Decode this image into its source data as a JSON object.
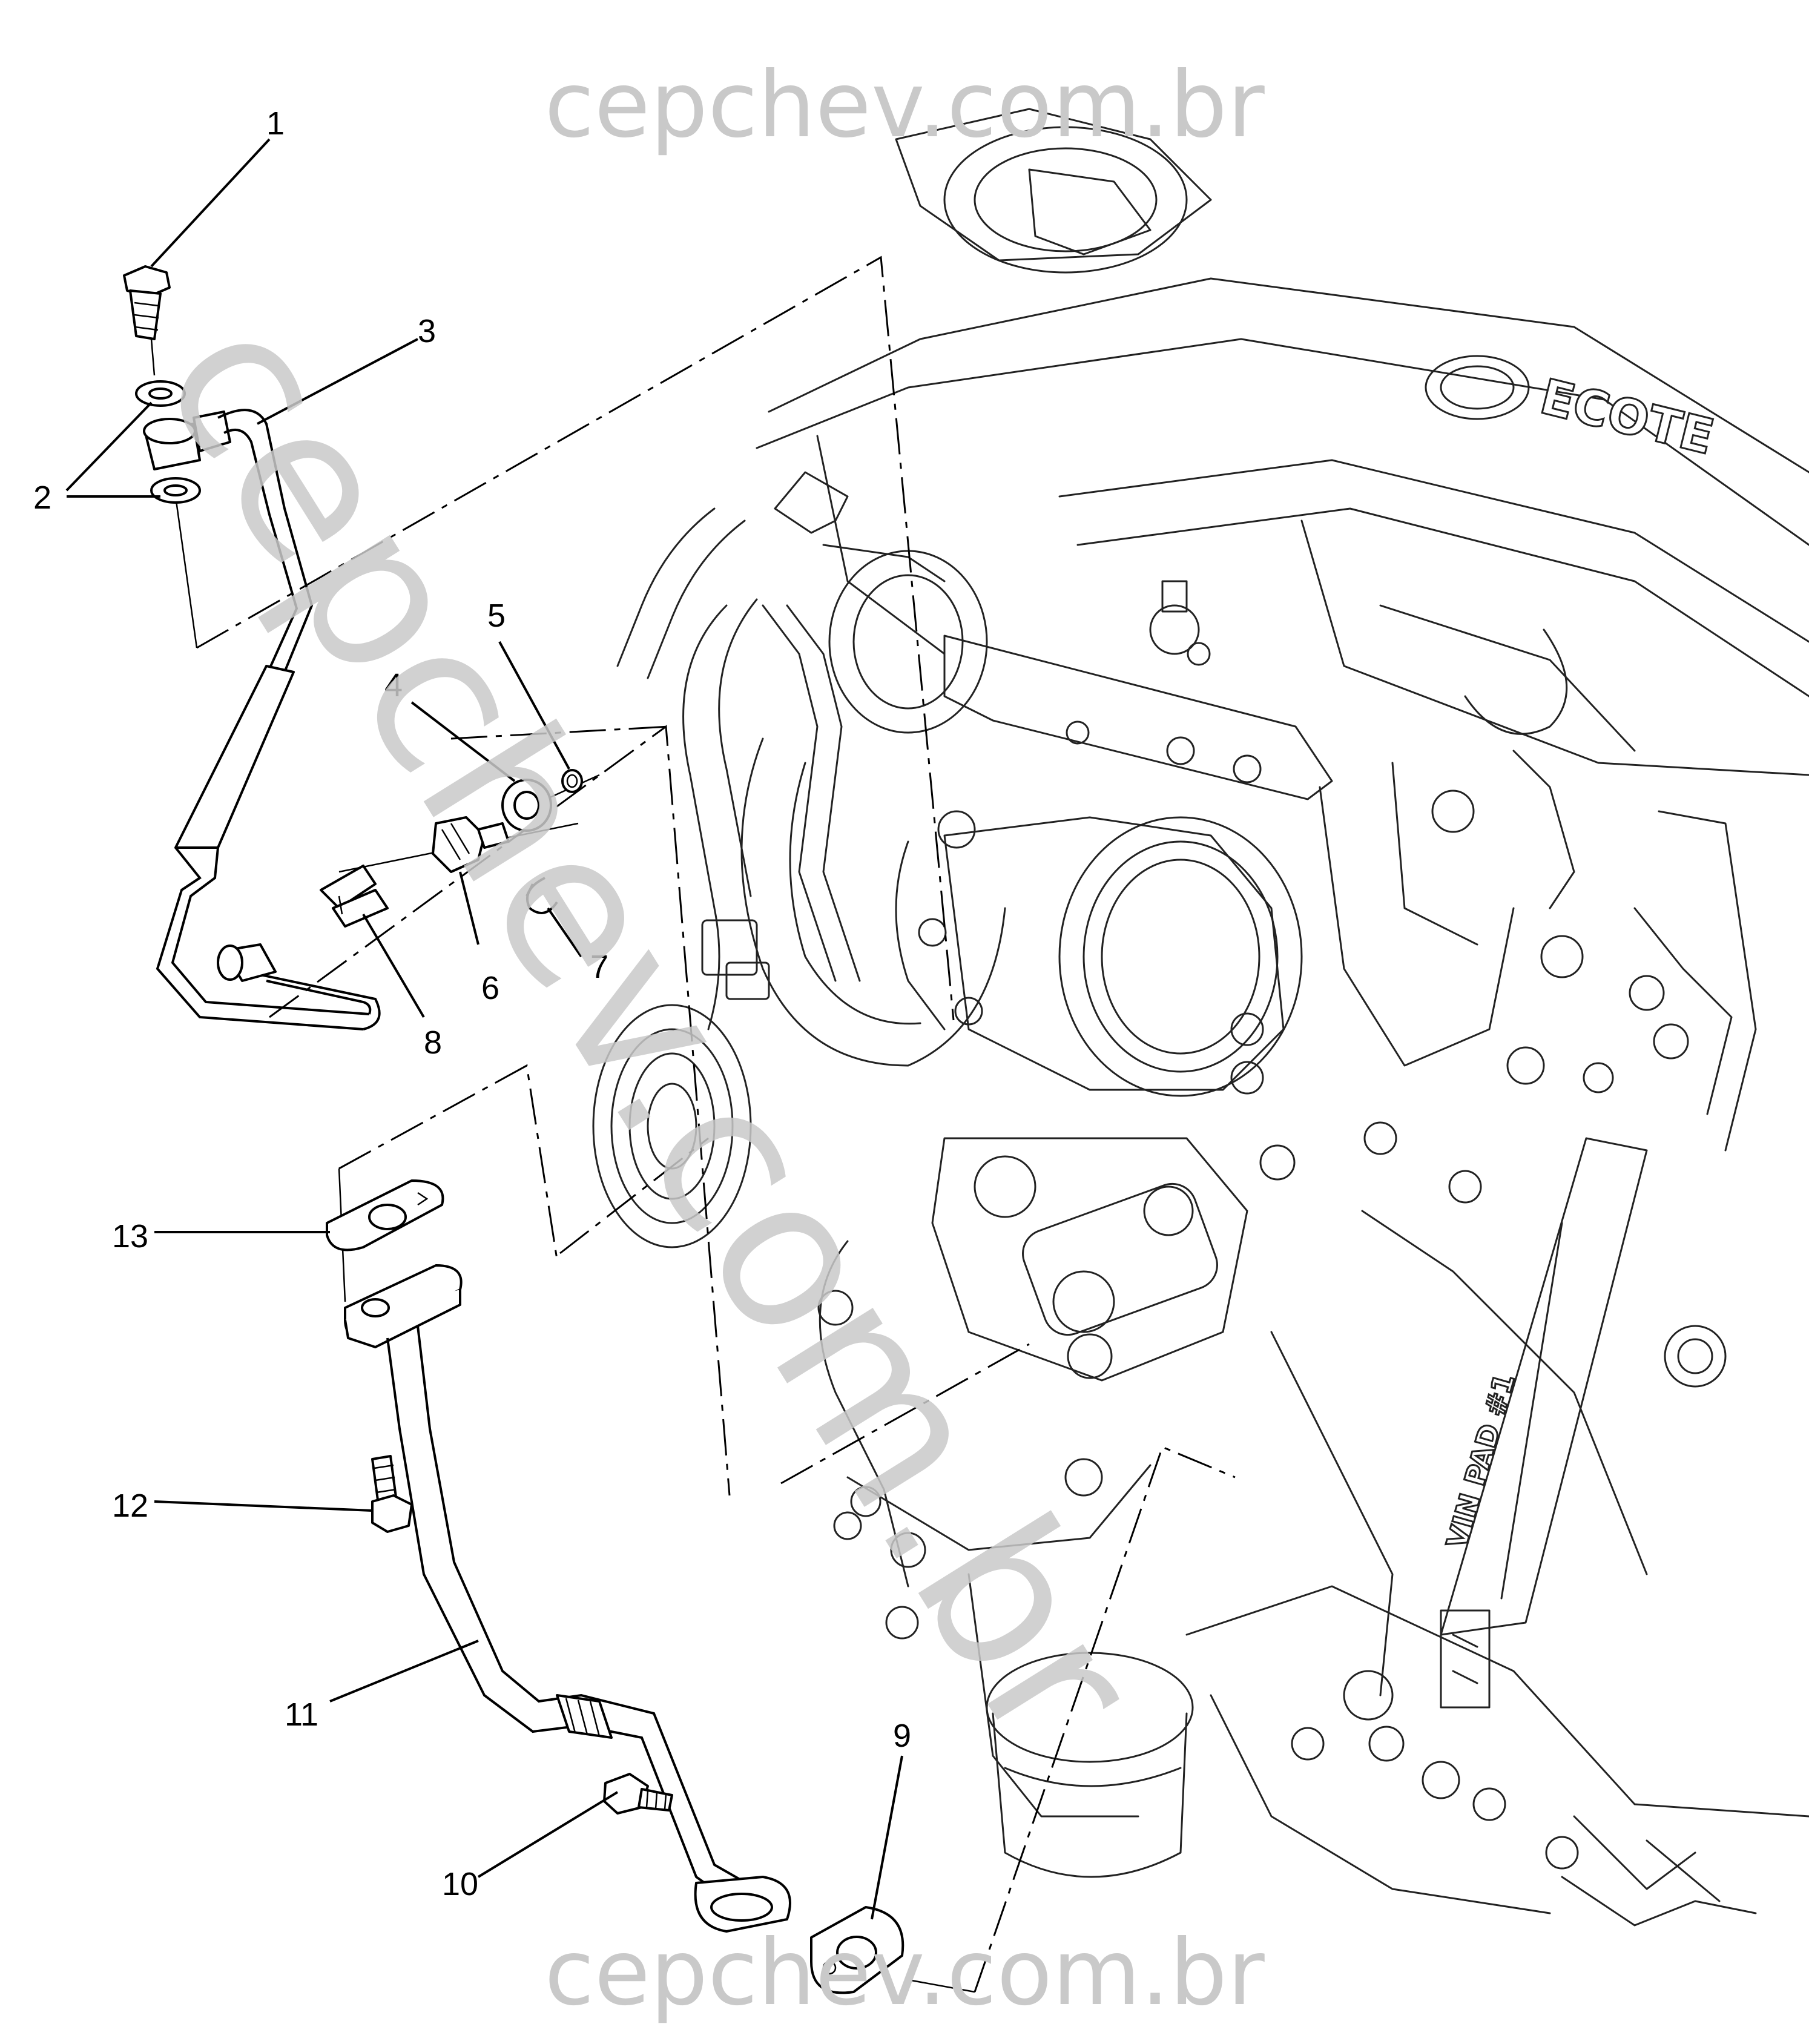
{
  "watermark": {
    "top": "cepchev.com.br",
    "bottom": "cepchev.com.br",
    "diagonal": "cepchev.com.br"
  },
  "engine_labels": {
    "cover_text": "ECOTE",
    "vin_pad": "VIN PAD #1"
  },
  "callouts": [
    {
      "id": "1",
      "label": "1"
    },
    {
      "id": "2",
      "label": "2"
    },
    {
      "id": "3",
      "label": "3"
    },
    {
      "id": "4",
      "label": "4"
    },
    {
      "id": "5",
      "label": "5"
    },
    {
      "id": "6",
      "label": "6"
    },
    {
      "id": "7",
      "label": "7"
    },
    {
      "id": "8",
      "label": "8"
    },
    {
      "id": "9",
      "label": "9"
    },
    {
      "id": "10",
      "label": "10"
    },
    {
      "id": "11",
      "label": "11"
    },
    {
      "id": "12",
      "label": "12"
    },
    {
      "id": "13",
      "label": "13"
    }
  ]
}
